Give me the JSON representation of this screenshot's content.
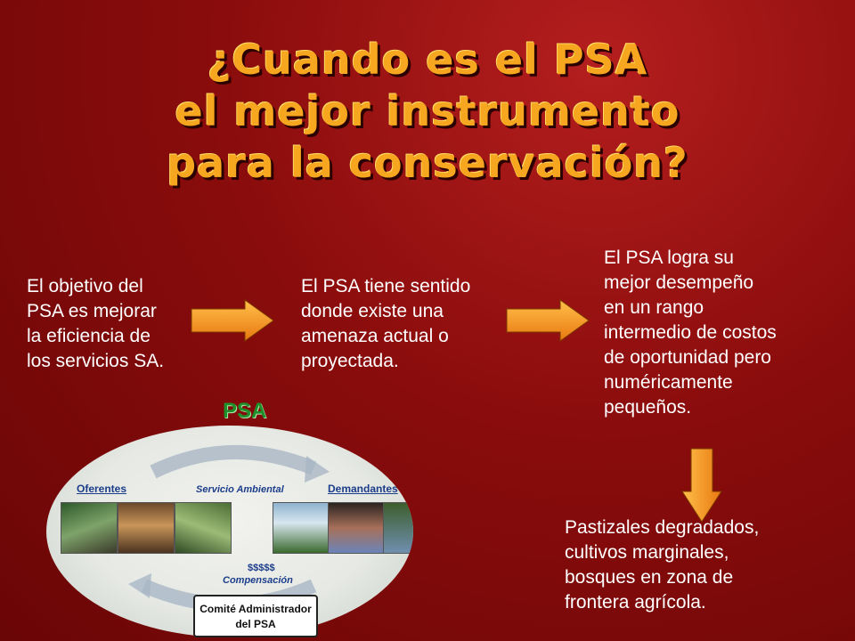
{
  "title": {
    "line1": "¿Cuando es el PSA",
    "line2": "el mejor instrumento",
    "line3": "para la conservación?"
  },
  "statements": {
    "s1": [
      "El objetivo del",
      "PSA es mejorar",
      "la eficiencia de",
      "los servicios SA."
    ],
    "s2": [
      "El PSA tiene sentido",
      "donde existe una",
      "amenaza actual o",
      "proyectada."
    ],
    "s3": [
      "El PSA  logra su",
      "mejor desempeño",
      "en un rango",
      "intermedio de costos",
      "de oportunidad pero",
      "numéricamente",
      "pequeños."
    ],
    "s4": [
      "Pastizales degradados,",
      "cultivos marginales,",
      "bosques en zona de",
      "frontera agrícola."
    ]
  },
  "diagram": {
    "label": "PSA",
    "oferentes": "Oferentes",
    "demandantes": "Demandantes",
    "servicio": "Servicio Ambiental",
    "money": "$$$$$",
    "compensacion": "Compensación",
    "box_line1": "Comité Administrador",
    "box_line2": "del PSA"
  },
  "colors": {
    "background": "#8a0c0c",
    "title": "#f6a61f",
    "arrow": "#f7941d",
    "diagram_text": "#1b3d8a",
    "psa_label": "#1f8f2a"
  }
}
